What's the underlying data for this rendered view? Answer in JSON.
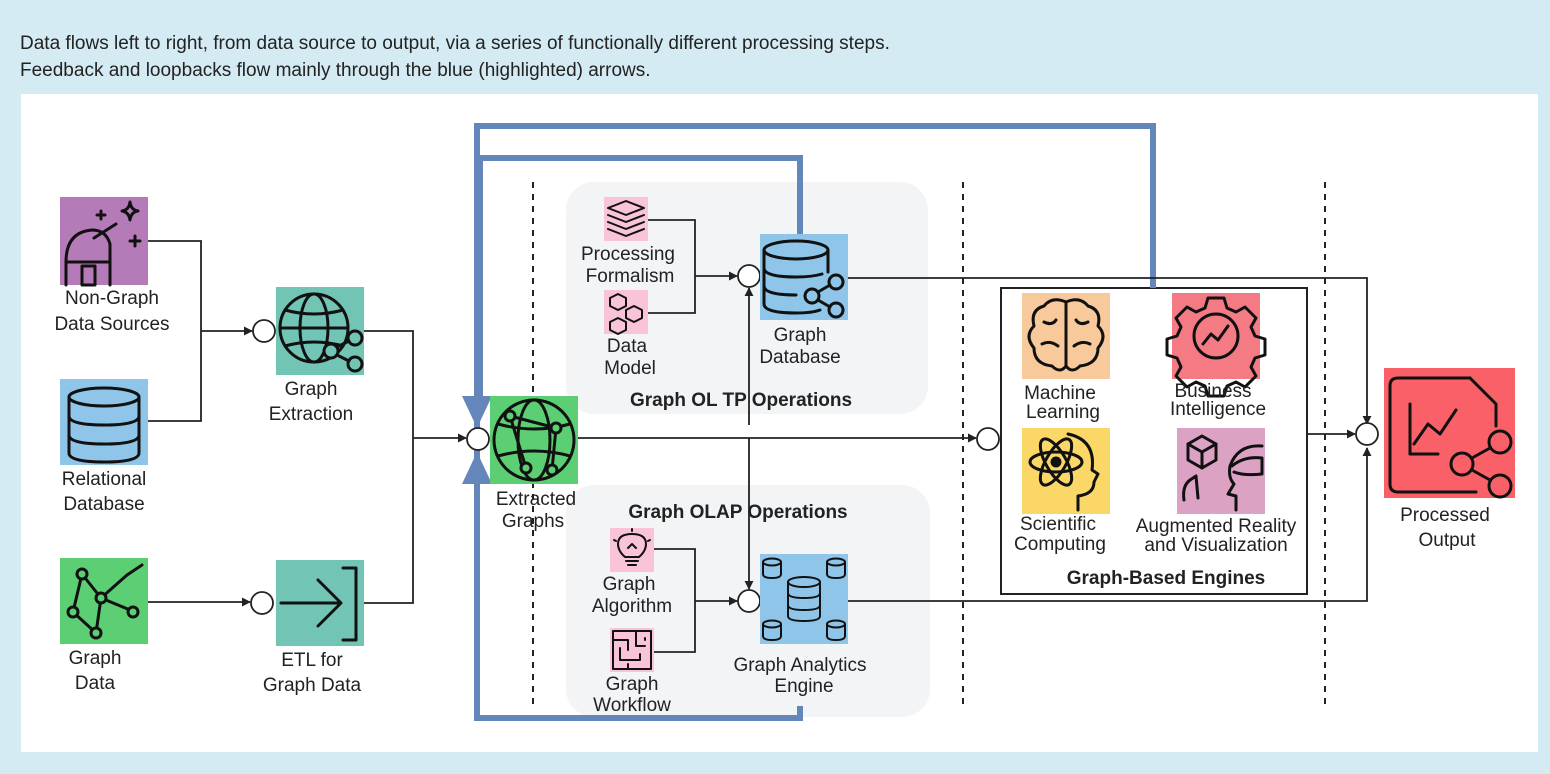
{
  "caption": {
    "line1": "Data flows left to right, from data source to output, via a series of functionally different processing steps.",
    "line2": "Feedback and loopbacks flow mainly through the blue (highlighted) arrows."
  },
  "colors": {
    "background": "#d5ebf3",
    "panel": "#ffffff",
    "feedback_arrow": "#6586ba",
    "purple": "#b57bb8",
    "sky": "#8ec5e8",
    "green": "#5ccf74",
    "teal": "#72c4b5",
    "pink": "#f9c3d8",
    "orange": "#f8c99b",
    "salmon": "#f47b84",
    "yellow": "#fbd768",
    "mauve": "#dba2c3",
    "red": "#f96068"
  },
  "nodes": {
    "non_graph": {
      "line1": "Non-Graph",
      "line2": "Data Sources",
      "icon": "observatory-icon"
    },
    "relational": {
      "line1": "Relational",
      "line2": "Database",
      "icon": "database-icon"
    },
    "graph_data": {
      "line1": "Graph",
      "line2": "Data",
      "icon": "network-icon"
    },
    "graph_extraction": {
      "line1": "Graph",
      "line2": "Extraction",
      "icon": "globe-share-icon"
    },
    "etl": {
      "line1": "ETL for",
      "line2": "Graph Data",
      "icon": "arrow-bracket-icon"
    },
    "extracted": {
      "line1": "Extracted",
      "line2": "Graphs",
      "icon": "globe-network-icon"
    },
    "processing_formalism": {
      "line1": "Processing",
      "line2": "Formalism",
      "icon": "layers-icon"
    },
    "data_model": {
      "line1": "Data",
      "line2": "Model",
      "icon": "molecule-icon"
    },
    "graph_database": {
      "line1": "Graph",
      "line2": "Database",
      "icon": "database-share-icon"
    },
    "graph_algorithm": {
      "line1": "Graph",
      "line2": "Algorithm",
      "icon": "lightbulb-icon"
    },
    "graph_workflow": {
      "line1": "Graph",
      "line2": "Workflow",
      "icon": "maze-icon"
    },
    "analytics_engine": {
      "line1": "Graph Analytics",
      "line2": "Engine",
      "icon": "database-cluster-icon"
    },
    "machine_learning": {
      "line1": "Machine",
      "line2": "Learning",
      "icon": "brain-icon"
    },
    "business_intelligence": {
      "line1": "Business",
      "line2": "Intelligence",
      "icon": "gear-chart-icon"
    },
    "scientific_computing": {
      "line1": "Scientific",
      "line2": "Computing",
      "icon": "atom-head-icon"
    },
    "augmented_reality": {
      "line1": "Augmented Reality",
      "line2": "and Visualization",
      "icon": "ar-headset-icon"
    },
    "processed_output": {
      "line1": "Processed",
      "line2": "Output",
      "icon": "chart-share-icon"
    }
  },
  "groups": {
    "oltp": "Graph OL TP Operations",
    "olap": "Graph OLAP Operations",
    "engines": "Graph-Based Engines"
  }
}
